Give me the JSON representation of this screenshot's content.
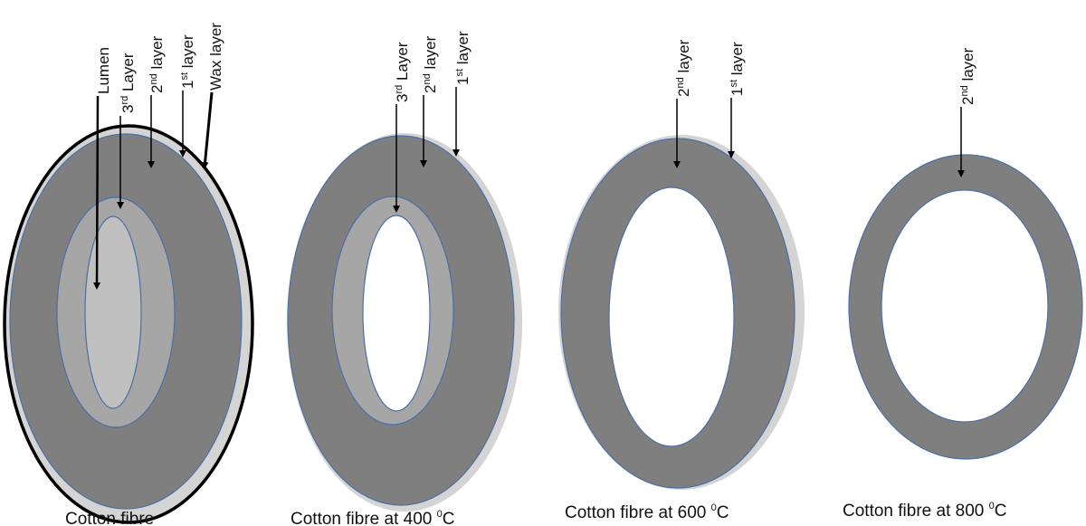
{
  "colors": {
    "outer_layer": "#7f7f7f",
    "third_layer": "#a6a6a6",
    "lumen_fill": "#c0c0c0",
    "wax_ring": "#d4d4d4",
    "boundary_line": "#4d6fa6",
    "outline": "#000000",
    "hollow": "#ffffff"
  },
  "labels": {
    "lumen": "Lumen",
    "third_layer": {
      "pre": "3",
      "sup": "rd",
      "post": " Layer"
    },
    "second_layer": {
      "pre": "2",
      "sup": "nd",
      "post": " layer"
    },
    "first_layer": {
      "pre": "1",
      "sup": "st",
      "post": " layer"
    },
    "wax_layer": "Wax layer"
  },
  "captions": {
    "fibre_raw": "Cotton fibre",
    "fibre_400": {
      "text": "Cotton fibre at 400 ",
      "sup": "0",
      "unit": "C"
    },
    "fibre_600": {
      "text": "Cotton fibre at 600 ",
      "sup": "0",
      "unit": "C"
    },
    "fibre_800": {
      "text": "Cotton fibre at 800 ",
      "sup": "0",
      "unit": "C"
    }
  }
}
